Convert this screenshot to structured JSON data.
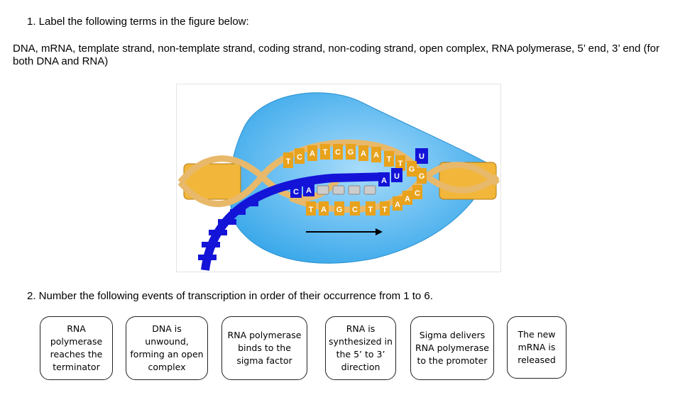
{
  "question1": {
    "prompt": "1. Label the following terms in the figure below:",
    "terms": "DNA, mRNA, template strand, non-template strand, coding strand, non-coding strand, open complex, RNA polymerase, 5’ end, 3’ end (for both DNA and RNA)"
  },
  "figure": {
    "top_strand_bases": [
      "T",
      "C",
      "A",
      "T",
      "C",
      "G",
      "A",
      "A",
      "T",
      "T",
      "G",
      "G"
    ],
    "bottom_strand_bases": [
      "T",
      "A",
      "G",
      "C",
      "T",
      "T",
      "A",
      "A",
      "C"
    ],
    "rna_bases": [
      "C",
      "A",
      "A",
      "U",
      "U"
    ],
    "colors": {
      "polymerase": "#4fb6ee",
      "dna": "#e8a21c",
      "rna": "#1414d8"
    }
  },
  "question2": {
    "prompt": "2. Number the following events of transcription in order of their occurrence from 1 to 6.",
    "events": [
      "RNA polymerase reaches the terminator",
      "DNA is unwound, forming an open complex",
      "RNA polymerase binds to the sigma factor",
      "RNA is synthesized in the 5’ to 3’ direction",
      "Sigma delivers RNA polymerase to the promoter",
      "The new mRNA is released"
    ]
  }
}
